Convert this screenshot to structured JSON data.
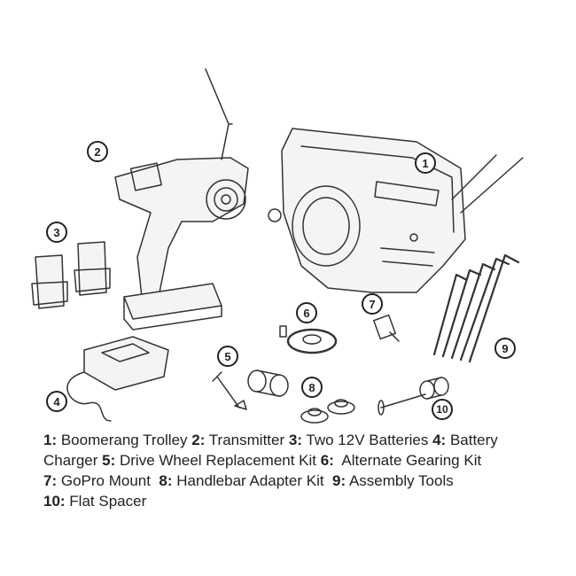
{
  "callouts": [
    "1",
    "2",
    "3",
    "4",
    "5",
    "6",
    "7",
    "8",
    "9",
    "10"
  ],
  "legend": [
    [
      {
        "num": "1:",
        "text": " Boomerang Trolley "
      },
      {
        "num": "2:",
        "text": " Transmitter "
      },
      {
        "num": "3:",
        "text": " Two 12V Batteries "
      },
      {
        "num": "4:",
        "text": " Battery"
      }
    ],
    [
      {
        "num": "",
        "text": "Charger "
      },
      {
        "num": "5:",
        "text": " Drive Wheel Replacement Kit "
      },
      {
        "num": "6:",
        "text": "  Alternate Gearing Kit"
      }
    ],
    [
      {
        "num": "7:",
        "text": " GoPro Mount  "
      },
      {
        "num": "8:",
        "text": " Handlebar Adapter Kit  "
      },
      {
        "num": "9:",
        "text": " Assembly Tools"
      }
    ],
    [
      {
        "num": "10:",
        "text": " Flat Spacer"
      }
    ]
  ]
}
